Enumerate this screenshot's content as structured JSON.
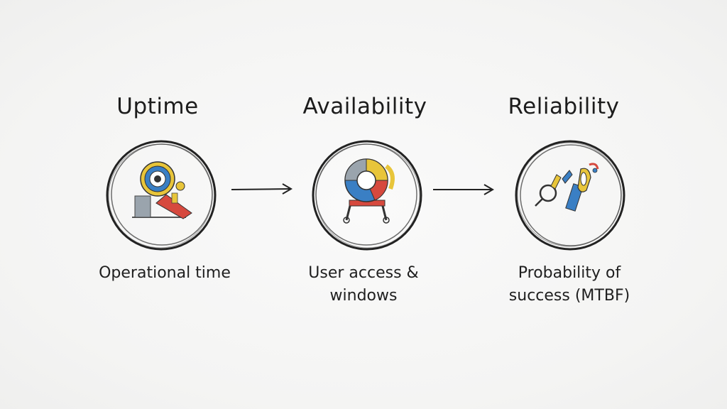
{
  "steps": [
    {
      "title": "Uptime",
      "caption": [
        "Operational time"
      ],
      "icon": "gauge-icon"
    },
    {
      "title": "Availability",
      "caption": [
        "User access &",
        "windows"
      ],
      "icon": "dial-icon"
    },
    {
      "title": "Reliability",
      "caption": [
        "Probability of",
        "success (MTBF)"
      ],
      "icon": "wrench-gear-icon"
    }
  ],
  "colors": {
    "ink": "#1e1e1e",
    "blue": "#3a7fc4",
    "red": "#d6493e",
    "yellow": "#e8c53a",
    "gray": "#9aa4ad"
  }
}
